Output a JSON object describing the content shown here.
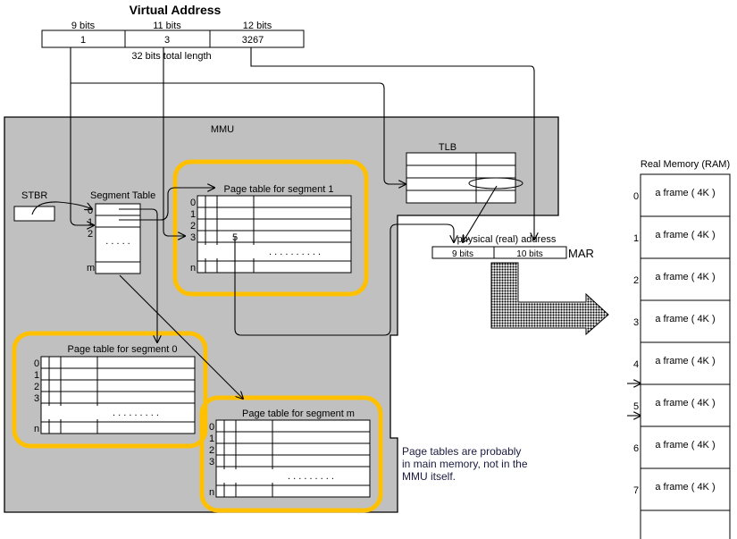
{
  "title": "Virtual Address",
  "virtual_address": {
    "fields": [
      {
        "bits_label": "9 bits",
        "value": "1"
      },
      {
        "bits_label": "11 bits",
        "value": "3"
      },
      {
        "bits_label": "12 bits",
        "value": "3267"
      }
    ],
    "total_label": "32 bits total length"
  },
  "mmu": {
    "label": "MMU",
    "stbr_label": "STBR",
    "segment_table": {
      "title": "Segment Table",
      "row_labels": [
        "0",
        "1",
        "2",
        "m"
      ],
      "ellipsis": ". . . . ."
    },
    "tlb_label": "TLB"
  },
  "page_tables": [
    {
      "title": "Page table for segment 1",
      "row_labels": [
        "0",
        "1",
        "2",
        "3",
        "n"
      ],
      "highlight_value": "5",
      "ellipsis": ". . . . . . . . . ."
    },
    {
      "title": "Page table for segment 0",
      "row_labels": [
        "0",
        "1",
        "2",
        "3",
        "n"
      ],
      "ellipsis": ". . . . . . . . ."
    },
    {
      "title": "Page table for segment m",
      "row_labels": [
        "0",
        "1",
        "2",
        "3",
        "n"
      ],
      "ellipsis": ". . . . . . . . ."
    }
  ],
  "physical_address": {
    "label": "physical (real) address",
    "fields": [
      "9  bits",
      "10 bits"
    ],
    "register_label": "MAR"
  },
  "note": {
    "lines": [
      "Page tables are probably",
      "in main memory, not in the",
      "MMU itself."
    ]
  },
  "ram": {
    "title": "Real Memory (RAM)",
    "frames": [
      {
        "index": "0",
        "label": "a frame ( 4K )"
      },
      {
        "index": "1",
        "label": "a frame ( 4K )"
      },
      {
        "index": "2",
        "label": "a frame ( 4K )"
      },
      {
        "index": "3",
        "label": "a frame ( 4K )"
      },
      {
        "index": "4",
        "label": "a frame ( 4K )"
      },
      {
        "index": "5",
        "label": "a frame ( 4K )"
      },
      {
        "index": "6",
        "label": "a frame ( 4K )"
      },
      {
        "index": "7",
        "label": "a frame ( 4K )"
      }
    ]
  },
  "colors": {
    "mmu_fill": "#c0c0c0",
    "highlight": "#ffc000",
    "line": "#000000"
  }
}
